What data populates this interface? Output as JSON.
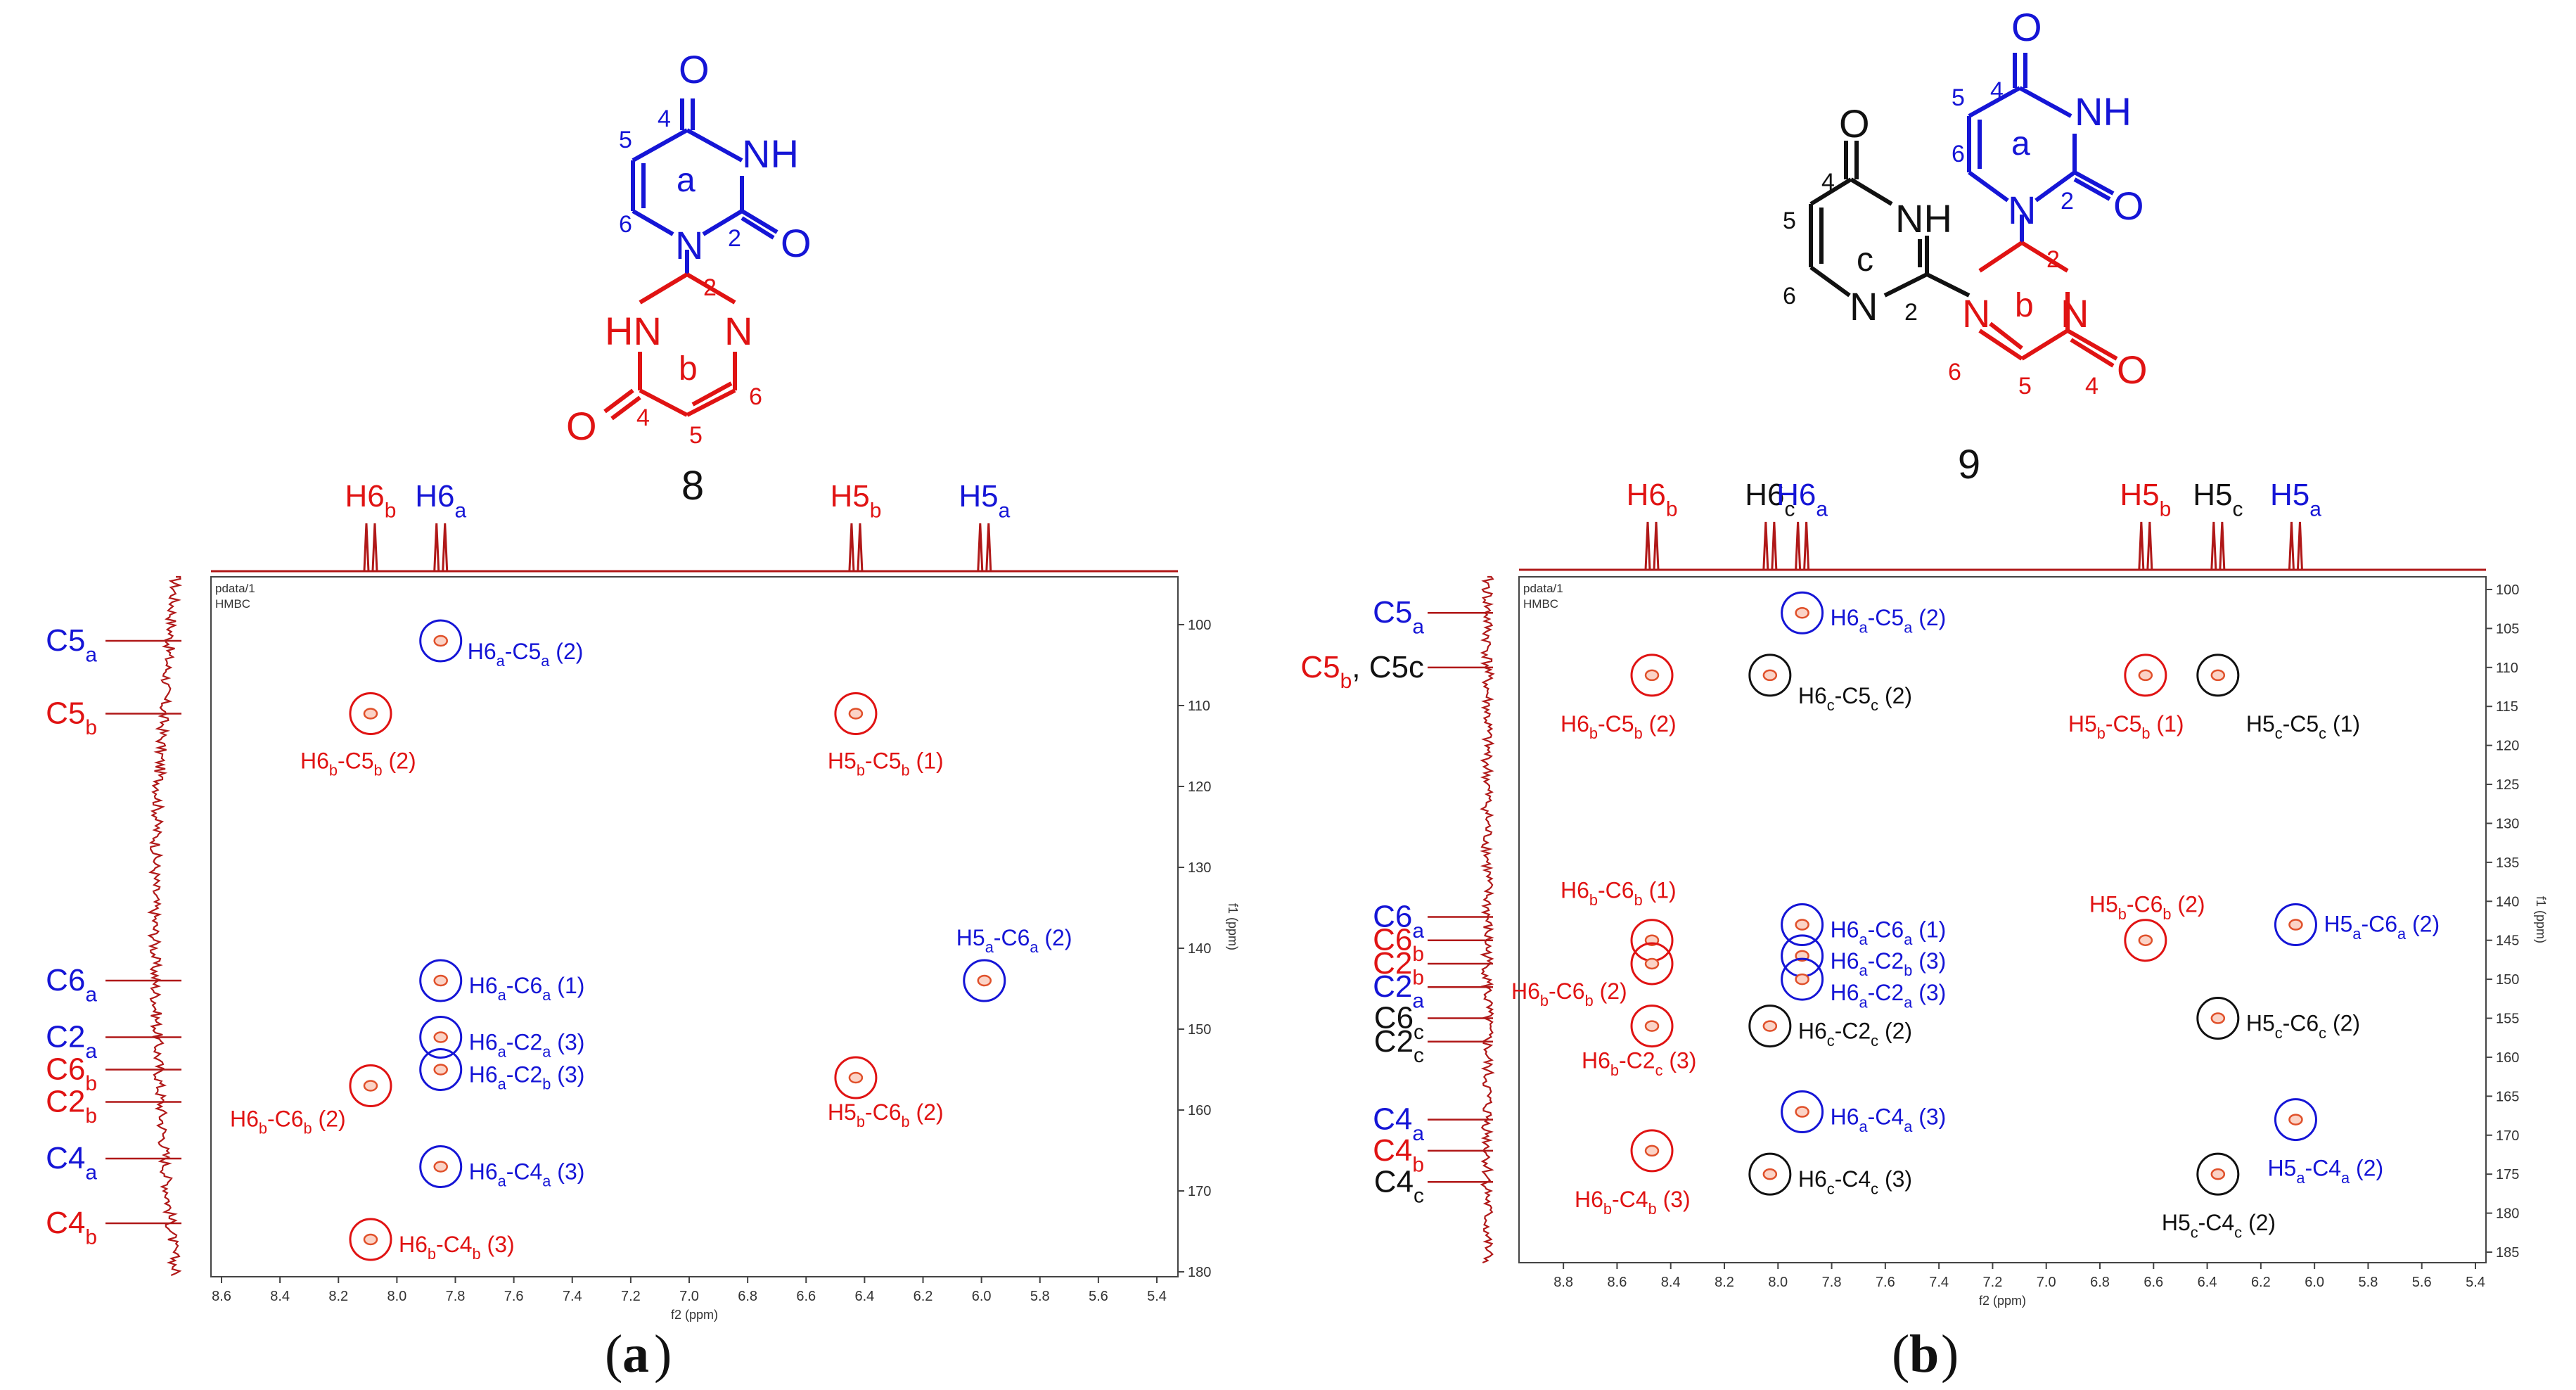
{
  "colors": {
    "ring_a": "#1515d6",
    "ring_b": "#e01313",
    "ring_c": "#111111",
    "trace": "#b01818",
    "axis": "#444444"
  },
  "panel_a": {
    "caption": "a",
    "compound": "8",
    "header": [
      "pdata/1",
      "HMBC"
    ],
    "f2_title": "f2 (ppm)",
    "f1_title": "f1 (ppm)",
    "f2_ticks": [
      "8.6",
      "8.4",
      "8.2",
      "8.0",
      "7.8",
      "7.6",
      "7.4",
      "7.2",
      "7.0",
      "6.8",
      "6.6",
      "6.4",
      "6.2",
      "6.0",
      "5.8",
      "5.6",
      "5.4"
    ],
    "f1_ticks": [
      "100",
      "110",
      "120",
      "130",
      "140",
      "150",
      "160",
      "170",
      "180"
    ],
    "proton_peaks": [
      {
        "text": "H6",
        "sub": "b",
        "ppm": 8.09,
        "color": "ring_b"
      },
      {
        "text": "H6",
        "sub": "a",
        "ppm": 7.85,
        "color": "ring_a"
      },
      {
        "text": "H5",
        "sub": "b",
        "ppm": 6.43,
        "color": "ring_b"
      },
      {
        "text": "H5",
        "sub": "a",
        "ppm": 5.99,
        "color": "ring_a"
      }
    ],
    "carbon_labels": [
      {
        "text": "C5",
        "sub": "a",
        "ppm": 102,
        "color": "ring_a"
      },
      {
        "text": "C5",
        "sub": "b",
        "ppm": 111,
        "color": "ring_b"
      },
      {
        "text": "C6",
        "sub": "a",
        "ppm": 144,
        "color": "ring_a"
      },
      {
        "text": "C2",
        "sub": "a",
        "ppm": 151,
        "color": "ring_a"
      },
      {
        "text": "C6",
        "sub": "b",
        "ppm": 155,
        "color": "ring_b"
      },
      {
        "text": "C2",
        "sub": "b",
        "ppm": 159,
        "color": "ring_b"
      },
      {
        "text": "C4",
        "sub": "a",
        "ppm": 166,
        "color": "ring_a"
      },
      {
        "text": "C4",
        "sub": "b",
        "ppm": 174,
        "color": "ring_b"
      }
    ],
    "correlations": [
      {
        "label": "H6a-C5a (2)",
        "f2": 7.85,
        "f1": 102,
        "color": "ring_a"
      },
      {
        "label": "H6b-C5b (2)",
        "f2": 8.09,
        "f1": 111,
        "color": "ring_b"
      },
      {
        "label": "H5b-C5b (1)",
        "f2": 6.43,
        "f1": 111,
        "color": "ring_b"
      },
      {
        "label": "H6a-C6a (1)",
        "f2": 7.85,
        "f1": 144,
        "color": "ring_a"
      },
      {
        "label": "H5a-C6a (2)",
        "f2": 5.99,
        "f1": 144,
        "color": "ring_a"
      },
      {
        "label": "H6a-C2a (3)",
        "f2": 7.85,
        "f1": 151,
        "color": "ring_a"
      },
      {
        "label": "H6a-C2b (3)",
        "f2": 7.85,
        "f1": 155,
        "color": "ring_a"
      },
      {
        "label": "H6b-C6b (2)",
        "f2": 8.09,
        "f1": 157,
        "color": "ring_b"
      },
      {
        "label": "H5b-C6b (2)",
        "f2": 6.43,
        "f1": 156,
        "color": "ring_b"
      },
      {
        "label": "H6a-C4a (3)",
        "f2": 7.85,
        "f1": 167,
        "color": "ring_a"
      },
      {
        "label": "H6b-C4b (3)",
        "f2": 8.09,
        "f1": 176,
        "color": "ring_b"
      }
    ]
  },
  "panel_b": {
    "caption": "b",
    "compound": "9",
    "header": [
      "pdata/1",
      "HMBC"
    ],
    "f2_title": "f2 (ppm)",
    "f1_title": "f1 (ppm)",
    "f2_ticks": [
      "8.8",
      "8.6",
      "8.4",
      "8.2",
      "8.0",
      "7.8",
      "7.6",
      "7.4",
      "7.2",
      "7.0",
      "6.8",
      "6.6",
      "6.4",
      "6.2",
      "6.0",
      "5.8",
      "5.6",
      "5.4"
    ],
    "f1_ticks": [
      "100",
      "105",
      "110",
      "115",
      "120",
      "125",
      "130",
      "135",
      "140",
      "145",
      "150",
      "155",
      "160",
      "165",
      "170",
      "175",
      "180",
      "185"
    ],
    "proton_peaks": [
      {
        "text": "H6",
        "sub": "b",
        "ppm": 8.47,
        "color": "ring_b"
      },
      {
        "text": "H6",
        "sub": "c",
        "ppm": 8.03,
        "color": "ring_c"
      },
      {
        "text": "H6",
        "sub": "a",
        "ppm": 7.91,
        "color": "ring_a"
      },
      {
        "text": "H5",
        "sub": "b",
        "ppm": 6.63,
        "color": "ring_b"
      },
      {
        "text": "H5",
        "sub": "c",
        "ppm": 6.36,
        "color": "ring_c"
      },
      {
        "text": "H5",
        "sub": "a",
        "ppm": 6.07,
        "color": "ring_a"
      }
    ],
    "carbon_labels": [
      {
        "text": "C5",
        "sub": "a",
        "ppm": 103,
        "color": "ring_a"
      },
      {
        "text": "C5",
        "sub": "b",
        "ppm": 110,
        "color": "ring_b",
        "extra": ", C5c"
      },
      {
        "text": "C6",
        "sub": "a",
        "ppm": 142,
        "color": "ring_a"
      },
      {
        "text": "C6",
        "sub": "b",
        "ppm": 145,
        "color": "ring_b"
      },
      {
        "text": "C2",
        "sub": "b",
        "ppm": 148,
        "color": "ring_b"
      },
      {
        "text": "C2",
        "sub": "a",
        "ppm": 151,
        "color": "ring_a"
      },
      {
        "text": "C6",
        "sub": "c",
        "ppm": 155,
        "color": "ring_c"
      },
      {
        "text": "C2",
        "sub": "c",
        "ppm": 158,
        "color": "ring_c"
      },
      {
        "text": "C4",
        "sub": "a",
        "ppm": 168,
        "color": "ring_a"
      },
      {
        "text": "C4",
        "sub": "b",
        "ppm": 172,
        "color": "ring_b"
      },
      {
        "text": "C4",
        "sub": "c",
        "ppm": 176,
        "color": "ring_c"
      }
    ],
    "correlations": [
      {
        "label": "H6a-C5a (2)",
        "f2": 7.91,
        "f1": 103,
        "color": "ring_a"
      },
      {
        "label": "H6b-C5b (2)",
        "f2": 8.47,
        "f1": 111,
        "color": "ring_b"
      },
      {
        "label": "H6c-C5c (2)",
        "f2": 8.03,
        "f1": 111,
        "color": "ring_c"
      },
      {
        "label": "H5b-C5b (1)",
        "f2": 6.63,
        "f1": 111,
        "color": "ring_b"
      },
      {
        "label": "H5c-C5c (1)",
        "f2": 6.36,
        "f1": 111,
        "color": "ring_c"
      },
      {
        "label": "H6b-C6b (1)",
        "f2": 8.47,
        "f1": 145,
        "color": "ring_b"
      },
      {
        "label": "H6a-C6a (1)",
        "f2": 7.91,
        "f1": 143,
        "color": "ring_a"
      },
      {
        "label": "H5b-C6b (2)",
        "f2": 6.63,
        "f1": 145,
        "color": "ring_b"
      },
      {
        "label": "H5a-C6a (2)",
        "f2": 6.07,
        "f1": 143,
        "color": "ring_a"
      },
      {
        "label": "H6a-C2b (3)",
        "f2": 7.91,
        "f1": 147,
        "color": "ring_a"
      },
      {
        "label": "H6b-C6b (2)",
        "f2": 8.47,
        "f1": 148,
        "color": "ring_b"
      },
      {
        "label": "H6a-C2a (3)",
        "f2": 7.91,
        "f1": 150,
        "color": "ring_a"
      },
      {
        "label": "H6b-C2c (3)",
        "f2": 8.47,
        "f1": 156,
        "color": "ring_b"
      },
      {
        "label": "H6c-C2c (2)",
        "f2": 8.03,
        "f1": 156,
        "color": "ring_c"
      },
      {
        "label": "H5c-C6c (2)",
        "f2": 6.36,
        "f1": 155,
        "color": "ring_c"
      },
      {
        "label": "H6a-C4a (3)",
        "f2": 7.91,
        "f1": 167,
        "color": "ring_a"
      },
      {
        "label": "H5a-C4a (2)",
        "f2": 6.07,
        "f1": 168,
        "color": "ring_a"
      },
      {
        "label": "H6b-C4b (3)",
        "f2": 8.47,
        "f1": 172,
        "color": "ring_b"
      },
      {
        "label": "H6c-C4c (3)",
        "f2": 8.03,
        "f1": 175,
        "color": "ring_c"
      },
      {
        "label": "H5c-C4c (2)",
        "f2": 6.36,
        "f1": 175,
        "color": "ring_c"
      }
    ]
  },
  "structure_8": {
    "atoms": {
      "O_top": "O",
      "NH": "NH",
      "O_right": "O",
      "N1": "N",
      "HN": "HN",
      "N_b": "N",
      "O_bottom": "O"
    },
    "ring_labels": {
      "a": "a",
      "b": "b"
    },
    "numbers": {
      "a4": "4",
      "a5": "5",
      "a6": "6",
      "a2": "2",
      "b2": "2",
      "b4": "4",
      "b5": "5",
      "b6": "6"
    }
  },
  "structure_9": {
    "atoms": {
      "O_top": "O",
      "NH": "NH",
      "O_right": "O",
      "N1": "N",
      "O_c": "O",
      "NH_c": "NH",
      "N_c": "N",
      "N_b": "N",
      "N_b2": "N",
      "O_bottom": "O"
    },
    "ring_labels": {
      "a": "a",
      "b": "b",
      "c": "c"
    },
    "numbers": {
      "a4": "4",
      "a5": "5",
      "a6": "6",
      "a2": "2",
      "b2": "2",
      "b4": "4",
      "b5": "5",
      "b6": "6",
      "c4": "4",
      "c5": "5",
      "c6": "6",
      "c2": "2"
    }
  }
}
